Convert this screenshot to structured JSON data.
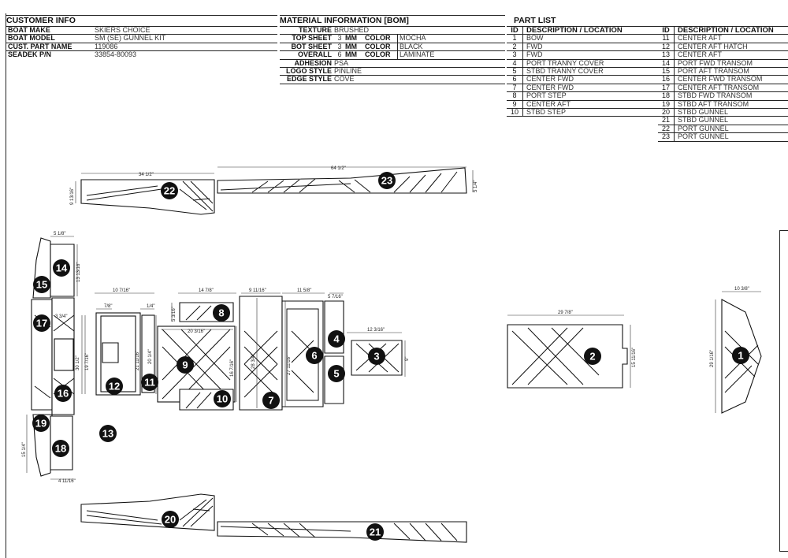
{
  "customer_info": {
    "title": "CUSTOMER INFO",
    "rows": [
      {
        "label": "BOAT MAKE",
        "value": "SKIERS CHOICE"
      },
      {
        "label": "BOAT MODEL",
        "value": "SM (SE) GUNNEL KIT"
      },
      {
        "label": "CUST. PART NAME",
        "value": "119086"
      },
      {
        "label": "SEADEK P/N",
        "value": "33854-80093"
      }
    ]
  },
  "material_info": {
    "title": "MATERIAL INFORMATION [BOM]",
    "texture_label": "TEXTURE",
    "texture": "BRUSHED",
    "top_label": "TOP SHEET",
    "top_mm": "3",
    "top_unit": "MM",
    "top_color_label": "COLOR",
    "top_color": "MOCHA",
    "bot_label": "BOT SHEET",
    "bot_mm": "3",
    "bot_unit": "MM",
    "bot_color_label": "COLOR",
    "bot_color": "BLACK",
    "overall_label": "OVERALL",
    "overall_mm": "6",
    "overall_unit": "MM",
    "overall_color_label": "COLOR",
    "overall_color": "LAMINATE",
    "adhesion_label": "ADHESION",
    "adhesion": "PSA",
    "logo_label": "LOGO STYLE",
    "logo": "PINLINE",
    "edge_label": "EDGE STYLE",
    "edge": "COVE"
  },
  "part_list": {
    "title": "PART LIST",
    "id_header": "ID",
    "desc_header": "DESCRIPTION / LOCATION",
    "col1": [
      {
        "id": "1",
        "desc": "BOW"
      },
      {
        "id": "2",
        "desc": "FWD"
      },
      {
        "id": "3",
        "desc": "FWD"
      },
      {
        "id": "4",
        "desc": "PORT TRANNY COVER"
      },
      {
        "id": "5",
        "desc": "STBD TRANNY COVER"
      },
      {
        "id": "6",
        "desc": "CENTER FWD"
      },
      {
        "id": "7",
        "desc": "CENTER FWD"
      },
      {
        "id": "8",
        "desc": "PORT STEP"
      },
      {
        "id": "9",
        "desc": "CENTER AFT"
      },
      {
        "id": "10",
        "desc": "STBD STEP"
      }
    ],
    "col2": [
      {
        "id": "11",
        "desc": "CENTER AFT"
      },
      {
        "id": "12",
        "desc": "CENTER AFT HATCH"
      },
      {
        "id": "13",
        "desc": "CENTER AFT"
      },
      {
        "id": "14",
        "desc": "PORT FWD TRANSOM"
      },
      {
        "id": "15",
        "desc": "PORT AFT TRANSOM"
      },
      {
        "id": "16",
        "desc": "CENTER FWD TRANSOM"
      },
      {
        "id": "17",
        "desc": "CENTER AFT TRANSOM"
      },
      {
        "id": "18",
        "desc": "STBD FWD TRANSOM"
      },
      {
        "id": "19",
        "desc": "STBD AFT TRANSOM"
      },
      {
        "id": "20",
        "desc": "STBD GUNNEL"
      },
      {
        "id": "21",
        "desc": "STBD GUNNEL"
      },
      {
        "id": "22",
        "desc": "PORT GUNNEL"
      },
      {
        "id": "23",
        "desc": "PORT GUNNEL"
      }
    ]
  },
  "callouts": [
    "1",
    "2",
    "3",
    "4",
    "5",
    "6",
    "7",
    "8",
    "9",
    "10",
    "11",
    "12",
    "13",
    "14",
    "15",
    "16",
    "17",
    "18",
    "19",
    "20",
    "21",
    "22",
    "23"
  ],
  "dimensions": {
    "d_34_1_2": "34 1/2\"",
    "d_64_1_2": "64 1/2\"",
    "d_9_13_16": "9 13/16\"",
    "d_5_1_4": "5 1/4\"",
    "d_5_1_8": "5 1/8\"",
    "d_13_13_16": "13 13/16\"",
    "d_3_3_4": "3 3/4\"",
    "d_30_1_2": "30 1/2\"",
    "d_15_1_4": "15 1/4\"",
    "d_4_11_16": "4 11/16\"",
    "d_10_7_16": "10 7/16\"",
    "d_7_8": "7/8\"",
    "d_1_4": "1/4\"",
    "d_19_7_16": "19 7/16\"",
    "d_21_11_16": "21 11/16\"",
    "d_20_1_4": "20 1/4\"",
    "d_14_7_8": "14 7/8\"",
    "d_5_3_16": "5 3/16\"",
    "d_20_3_16": "20 3/16\"",
    "d_16_7_16": "16 7/16\"",
    "d_9_11_16": "9 11/16\"",
    "d_28_3_4": "28 3/4\"",
    "d_11_5_8": "11 5/8\"",
    "d_27_11_16": "27 11/16\"",
    "d_5_7_16": "5 7/16\"",
    "d_12_3_16": "12 3/16\"",
    "d_9": "9\"",
    "d_29_7_8": "29 7/8\"",
    "d_15_11_16": "15 11/16\"",
    "d_10_3_8": "10 3/8\"",
    "d_29_1_16": "29 1/16\""
  }
}
